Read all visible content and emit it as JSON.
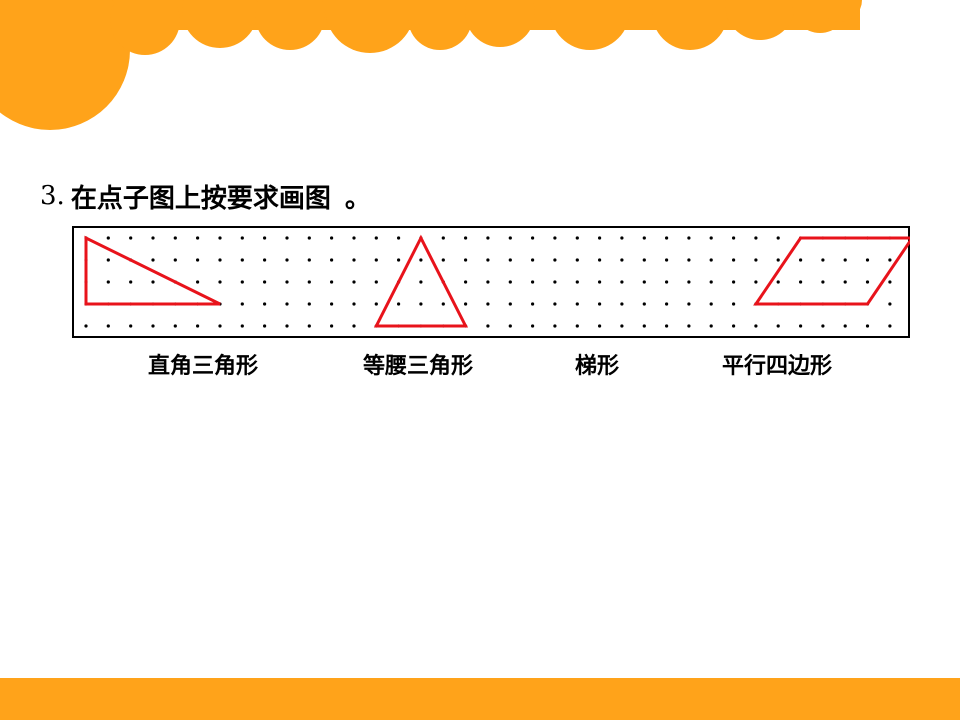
{
  "question": {
    "number": "3.",
    "text": "在点子图上按要求画图",
    "period": "。"
  },
  "shapes": [
    {
      "label": "直角三角形",
      "vertices": [
        [
          0,
          0
        ],
        [
          0,
          3
        ],
        [
          6,
          3
        ]
      ]
    },
    {
      "label": "等腰三角形",
      "vertices": [
        [
          15,
          0
        ],
        [
          13,
          4
        ],
        [
          17,
          4
        ]
      ]
    },
    {
      "label": "梯形",
      "vertices": []
    },
    {
      "label": "平行四边形",
      "vertices": [
        [
          32,
          0
        ],
        [
          37,
          0
        ],
        [
          35,
          3
        ],
        [
          30,
          3
        ]
      ]
    }
  ],
  "grid": {
    "columns": 38,
    "rows": 5
  },
  "colors": {
    "accent": "#FFA31A",
    "shape_stroke": "#E8131B",
    "dot": "#000000",
    "frame": "#000000"
  }
}
